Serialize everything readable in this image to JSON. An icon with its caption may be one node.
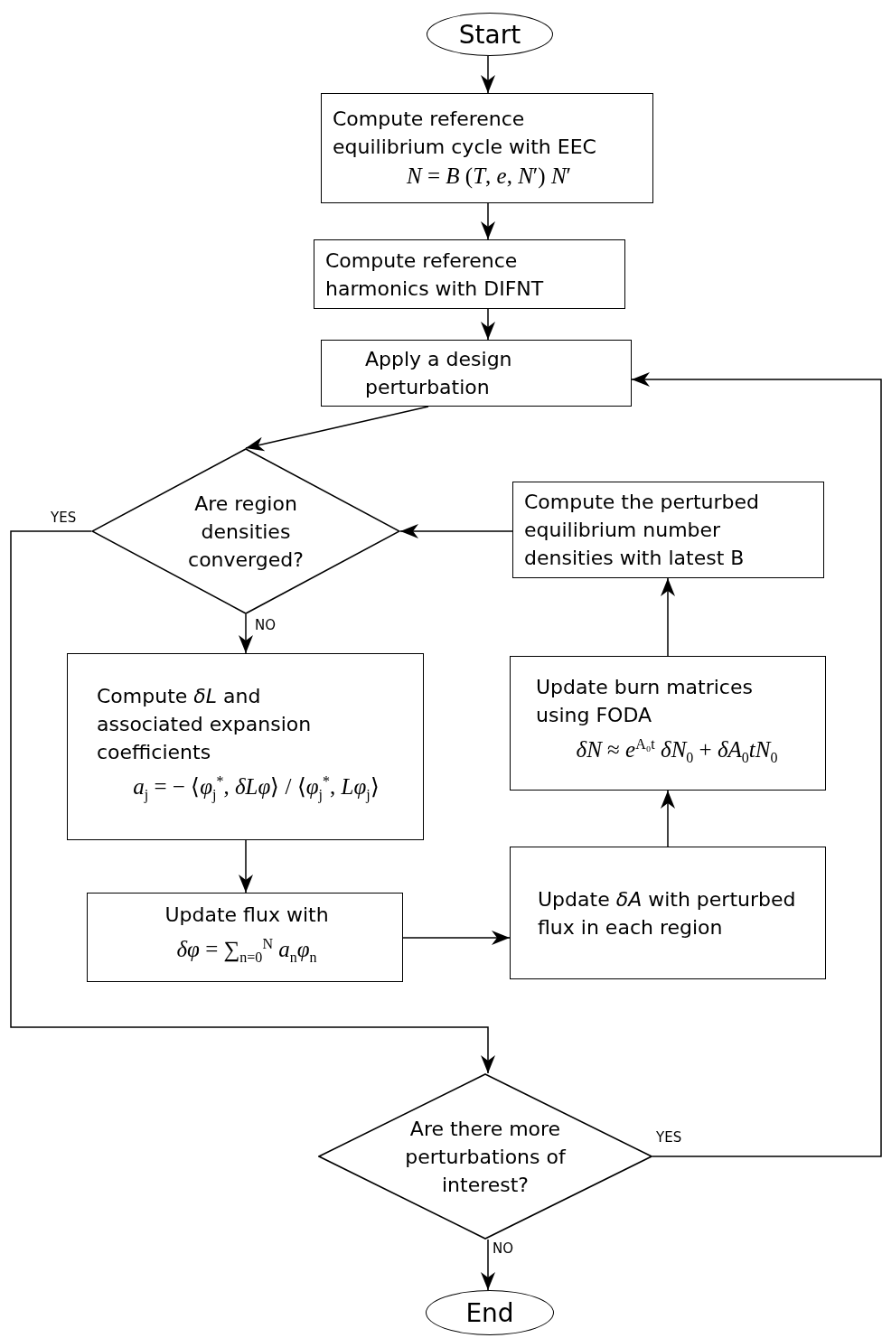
{
  "diagram": {
    "nodes": [
      {
        "text": [
          "Start"
        ]
      },
      {
        "text": [
          "Compute reference equilibrium cycle with EEC",
          "*N* = *B* (*T*, *e*, *N*′) *N*′"
        ]
      },
      {
        "text": [
          "Compute reference harmonics with DIFNT"
        ]
      },
      {
        "text": [
          "Apply a design perturbation"
        ]
      },
      {
        "text": [
          "Are region densities converged?"
        ]
      },
      {
        "text": [
          "Compute the perturbed equilibrium number densities with latest B"
        ]
      },
      {
        "text": [
          "Compute *δL* and associated expansion coefficients",
          "*a*$_{j}$ = − ⟨*φ*$_{j}$$^{*}$, *δLφ*⟩ / ⟨*φ*$_{j}$$^{*}$, *Lφ*$_{j}$⟩"
        ]
      },
      {
        "text": [
          "Update burn matrices using FODA",
          "*δN* ≈ *e*$^{A₀t}$ *δN*$_{0}$ + *δA*$_{0}$*tN*$_{0}$"
        ]
      },
      {
        "text": [
          "Update flux with",
          "*δφ* = ∑$_{n=0}$$^{N}$ *a*$_{n}$*φ*$_{n}$"
        ]
      },
      {
        "text": [
          "Update *δA* with perturbed flux in each region"
        ]
      },
      {
        "text": [
          "Are there more perturbations of interest?"
        ]
      },
      {
        "text": [
          "End"
        ]
      }
    ],
    "edges": [
      {
        "from": 0,
        "to": 1,
        "arrow": "to"
      },
      {
        "from": 1,
        "to": 2,
        "arrow": "to"
      },
      {
        "from": 2,
        "to": 3,
        "arrow": "to"
      },
      {
        "from": 3,
        "to": 4,
        "arrow": "to"
      },
      {
        "from": 4,
        "to": 6,
        "arrow": "to",
        "label": "NO"
      },
      {
        "from": 6,
        "to": 8,
        "arrow": "to"
      },
      {
        "from": 8,
        "to": 9,
        "arrow": "to"
      },
      {
        "from": 9,
        "to": 7,
        "arrow": "to"
      },
      {
        "from": 7,
        "to": 5,
        "arrow": "to"
      },
      {
        "from": 5,
        "to": 4,
        "arrow": "to"
      },
      {
        "from": 4,
        "to": 10,
        "arrow": "to",
        "label": "YES"
      },
      {
        "from": 10,
        "to": 3,
        "arrow": "to",
        "label": "YES"
      },
      {
        "from": 10,
        "to": 11,
        "arrow": "to",
        "label": "NO"
      }
    ]
  }
}
